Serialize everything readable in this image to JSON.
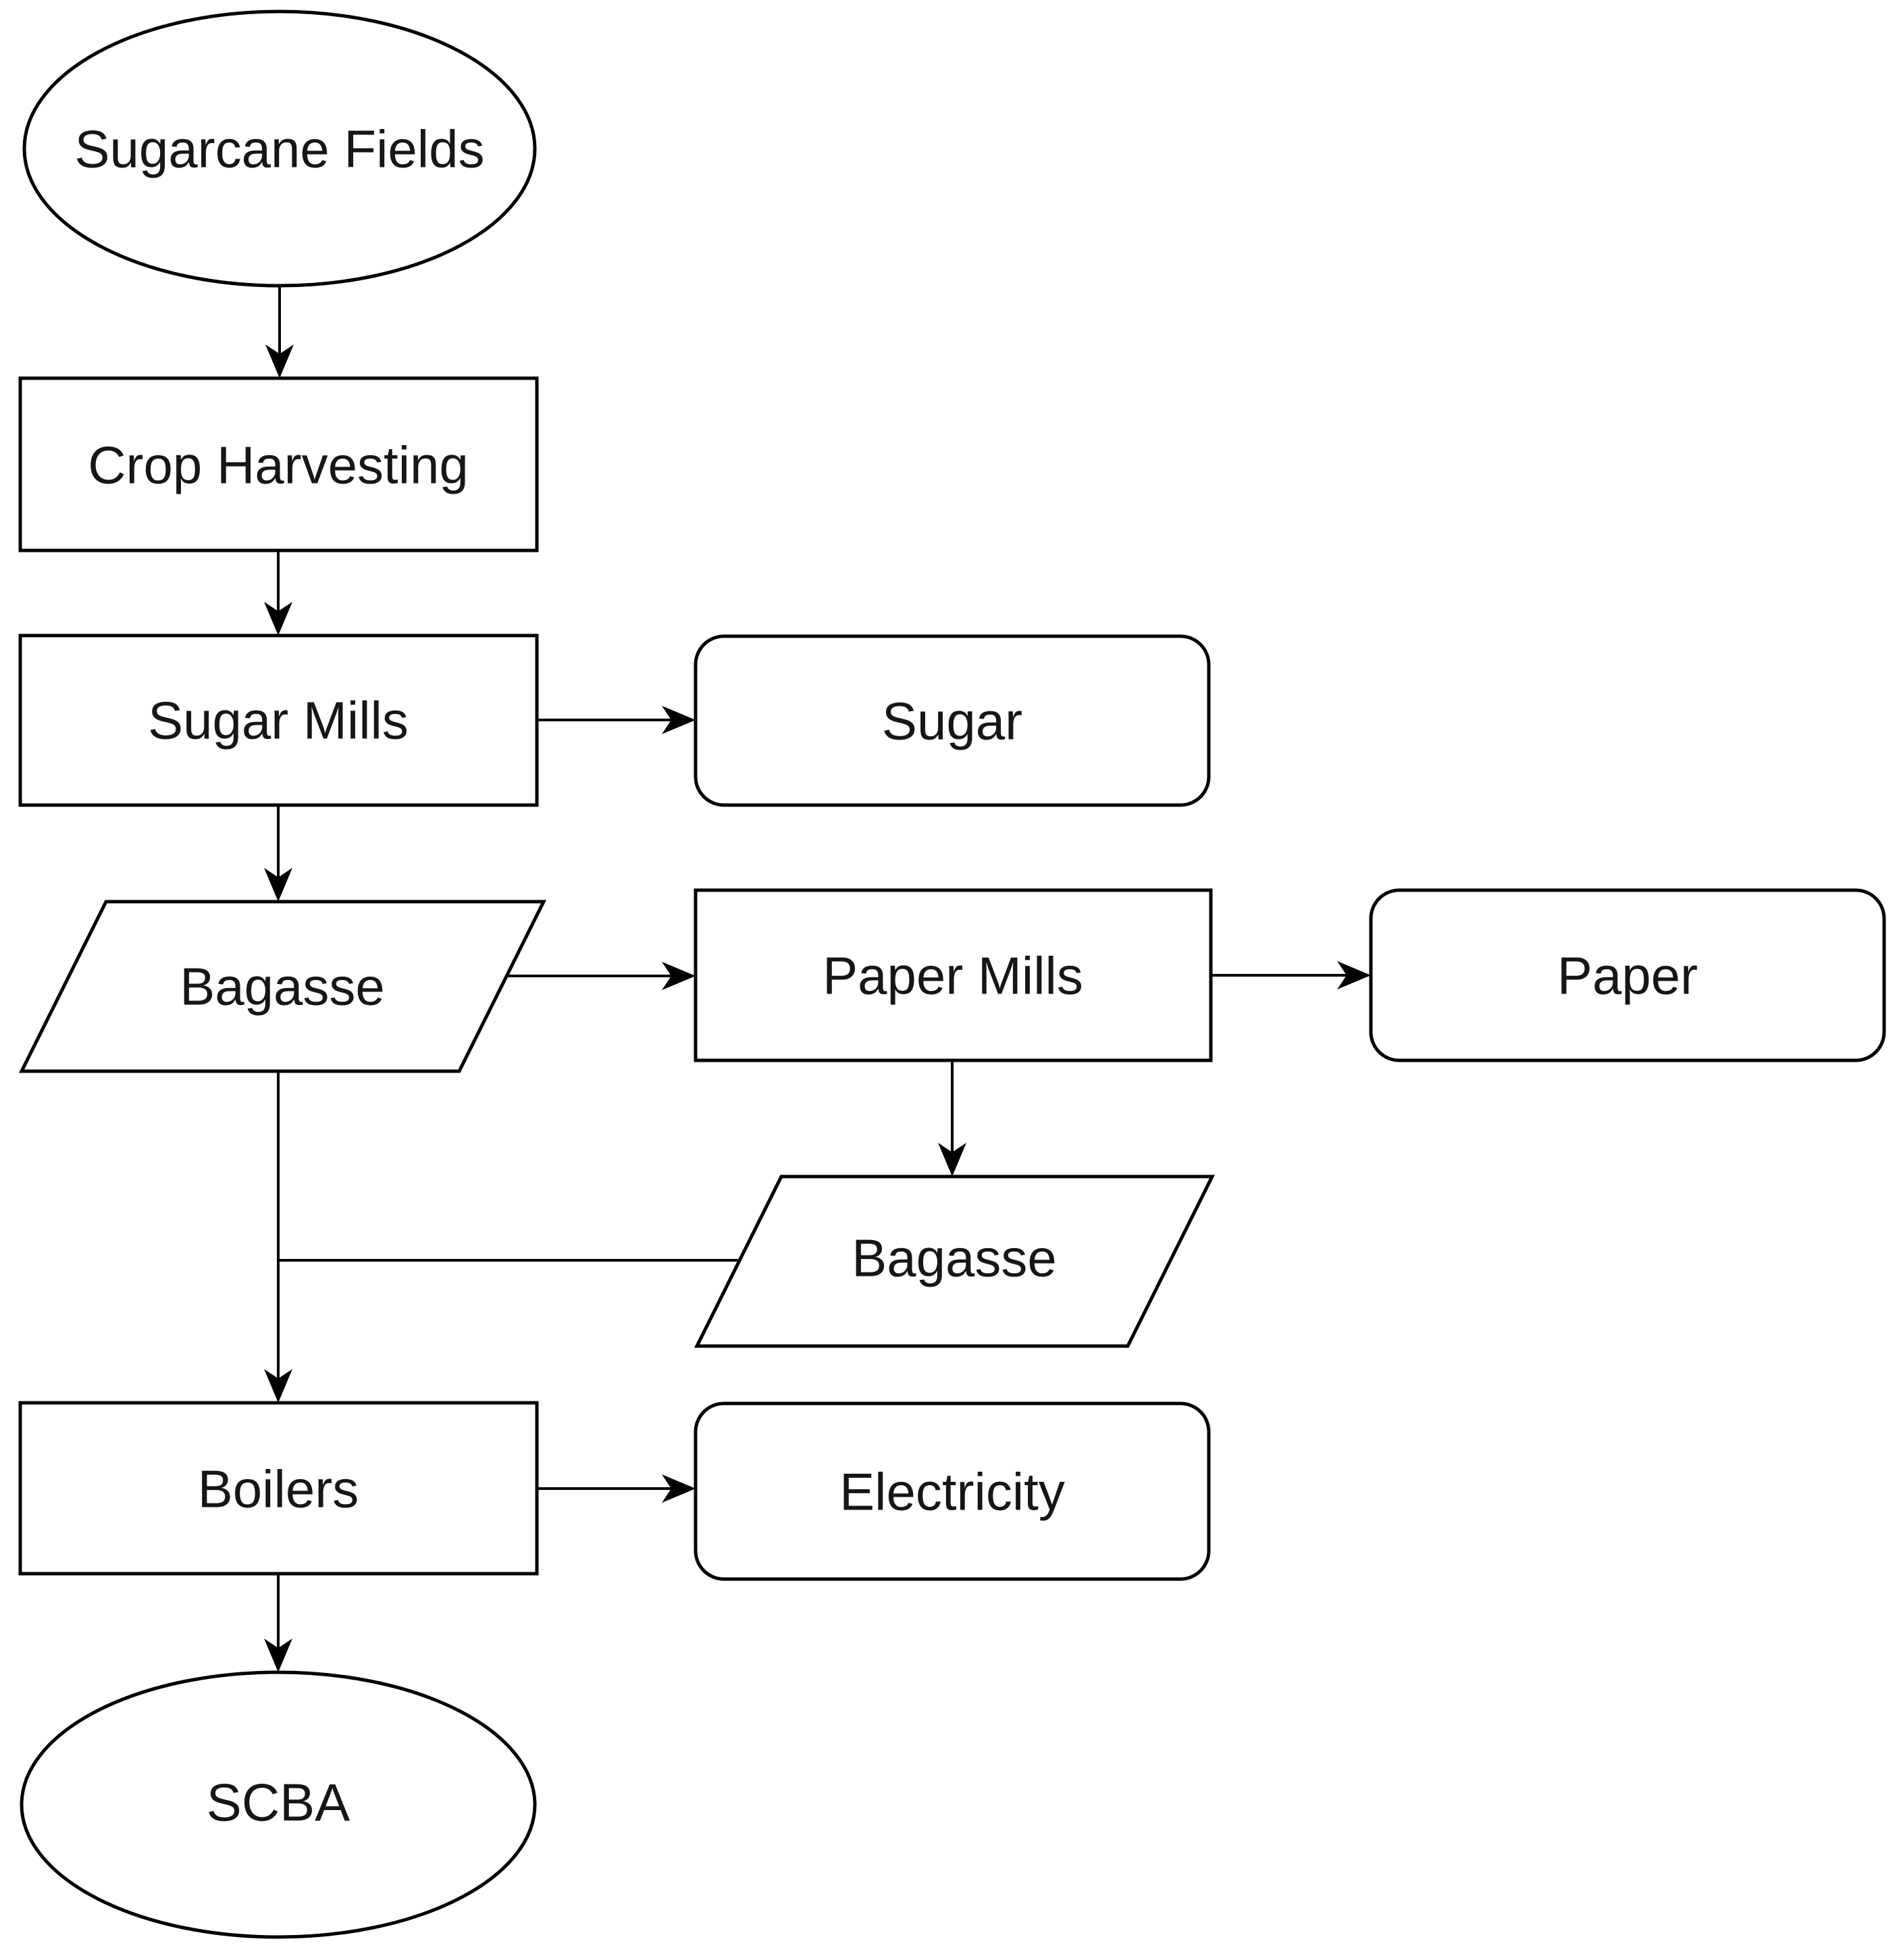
{
  "diagram": {
    "type": "flowchart",
    "background": "#ffffff",
    "shape_fill": "#ffffff",
    "shape_stroke": "#000000",
    "text_color": "#161616",
    "connector_color": "#000000",
    "nodes": [
      {
        "id": "sugarcane-fields",
        "label": "Sugarcane Fields",
        "shape": "ellipse"
      },
      {
        "id": "crop-harvesting",
        "label": "Crop Harvesting",
        "shape": "rectangle"
      },
      {
        "id": "sugar-mills",
        "label": "Sugar Mills",
        "shape": "rectangle"
      },
      {
        "id": "sugar",
        "label": "Sugar",
        "shape": "rounded-rectangle"
      },
      {
        "id": "bagasse-1",
        "label": "Bagasse",
        "shape": "parallelogram"
      },
      {
        "id": "paper-mills",
        "label": "Paper Mills",
        "shape": "rectangle"
      },
      {
        "id": "paper",
        "label": "Paper",
        "shape": "rounded-rectangle"
      },
      {
        "id": "bagasse-2",
        "label": "Bagasse",
        "shape": "parallelogram"
      },
      {
        "id": "boilers",
        "label": "Boilers",
        "shape": "rectangle"
      },
      {
        "id": "electricity",
        "label": "Electricity",
        "shape": "rounded-rectangle"
      },
      {
        "id": "scba",
        "label": "SCBA",
        "shape": "ellipse"
      }
    ],
    "edges": [
      {
        "from": "sugarcane-fields",
        "to": "crop-harvesting",
        "arrowhead": true
      },
      {
        "from": "crop-harvesting",
        "to": "sugar-mills",
        "arrowhead": true
      },
      {
        "from": "sugar-mills",
        "to": "sugar",
        "arrowhead": true
      },
      {
        "from": "sugar-mills",
        "to": "bagasse-1",
        "arrowhead": true
      },
      {
        "from": "bagasse-1",
        "to": "paper-mills",
        "arrowhead": true
      },
      {
        "from": "paper-mills",
        "to": "paper",
        "arrowhead": true
      },
      {
        "from": "paper-mills",
        "to": "bagasse-2",
        "arrowhead": true
      },
      {
        "from": "bagasse-1",
        "to": "boilers",
        "arrowhead": true
      },
      {
        "from": "bagasse-2",
        "to": "boilers",
        "arrowhead": false
      },
      {
        "from": "boilers",
        "to": "electricity",
        "arrowhead": true
      },
      {
        "from": "boilers",
        "to": "scba",
        "arrowhead": true
      }
    ]
  }
}
